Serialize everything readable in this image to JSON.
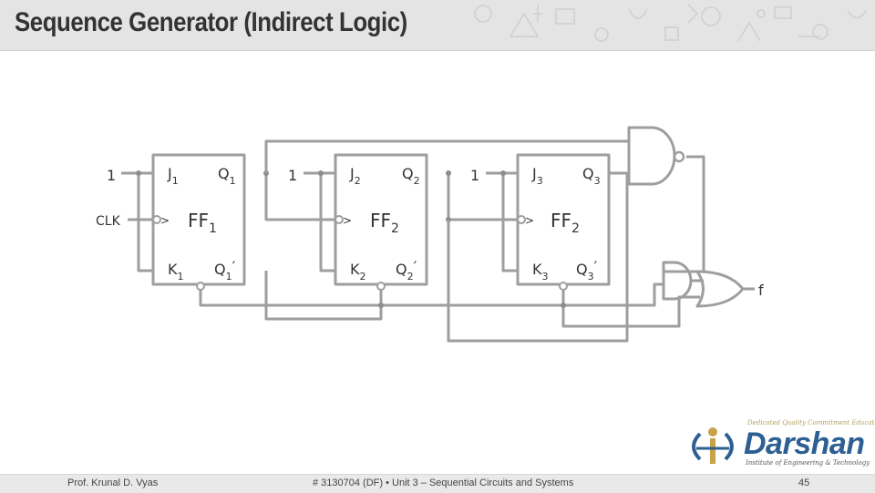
{
  "title": "Sequence Generator (Indirect Logic)",
  "diagram": {
    "input_1": "1",
    "clk": "CLK",
    "output": "f",
    "flip_flops": [
      {
        "j": "J",
        "q": "Q",
        "k": "K",
        "qbar": "Q",
        "name": "FF",
        "sub": "1",
        "name_sub": "1"
      },
      {
        "j": "J",
        "q": "Q",
        "k": "K",
        "qbar": "Q",
        "name": "FF",
        "sub": "2",
        "name_sub": "2"
      },
      {
        "j": "J",
        "q": "Q",
        "k": "K",
        "qbar": "Q",
        "name": "FF",
        "sub": "3",
        "name_sub": "2"
      }
    ],
    "prime": "′",
    "clock_mark": ">"
  },
  "footer": {
    "author": "Prof. Krunal D. Vyas",
    "course": "# 3130704 (DF)  •  Unit 3 – Sequential Circuits and Systems",
    "page": "45"
  },
  "logo": {
    "name": "Darshan",
    "tagline": "Dedicated Quality Commitment Education",
    "subtitle": "Institute of Engineering & Technology"
  },
  "colors": {
    "wire": "#9e9e9e",
    "text": "#333333",
    "logo": "#2d5f93"
  }
}
